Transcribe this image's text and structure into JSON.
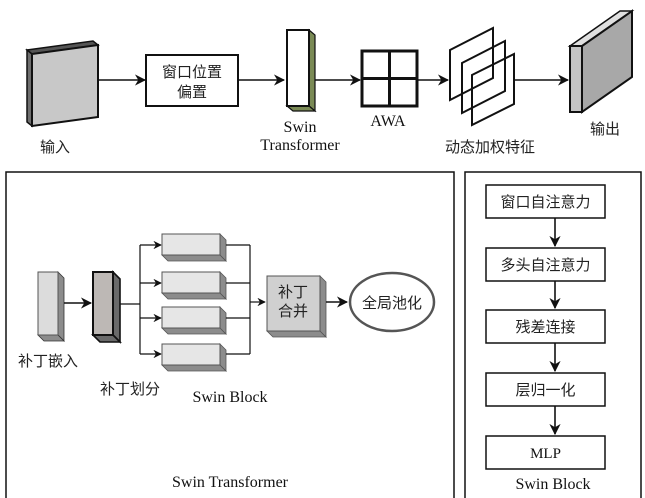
{
  "top_flow": {
    "input_label": "输入",
    "window_bias_label_line1": "窗口位置",
    "window_bias_label_line2": "偏置",
    "swin_label_line1": "Swin",
    "swin_label_line2": "Transformer",
    "awa_label": "AWA",
    "dynamic_features_label": "动态加权特征",
    "output_label": "输出"
  },
  "swin_transformer_panel": {
    "title": "Swin Transformer",
    "patch_embed_label": "补丁嵌入",
    "patch_partition_label": "补丁划分",
    "swin_block_label": "Swin Block",
    "patch_merge_line1": "补丁",
    "patch_merge_line2": "合并",
    "global_pool_label": "全局池化",
    "parallel_block_count": 4
  },
  "swin_block_panel": {
    "title": "Swin Block",
    "steps": [
      "窗口自注意力",
      "多头自注意力",
      "残差连接",
      "层归一化",
      "MLP"
    ]
  },
  "colors": {
    "input_face": "#c8c8c8",
    "input_edge": "#6e6e6e",
    "swin_side": "#7a8a55",
    "output_face": "#a8a8a8",
    "output_side": "#c4c4c4",
    "block_light": "#e6e6e6",
    "block_shadow": "#8c8c8c",
    "partition_face": "#bdb8b5",
    "partition_side": "#6a6a6a",
    "merge_face": "#d0d0d0"
  }
}
